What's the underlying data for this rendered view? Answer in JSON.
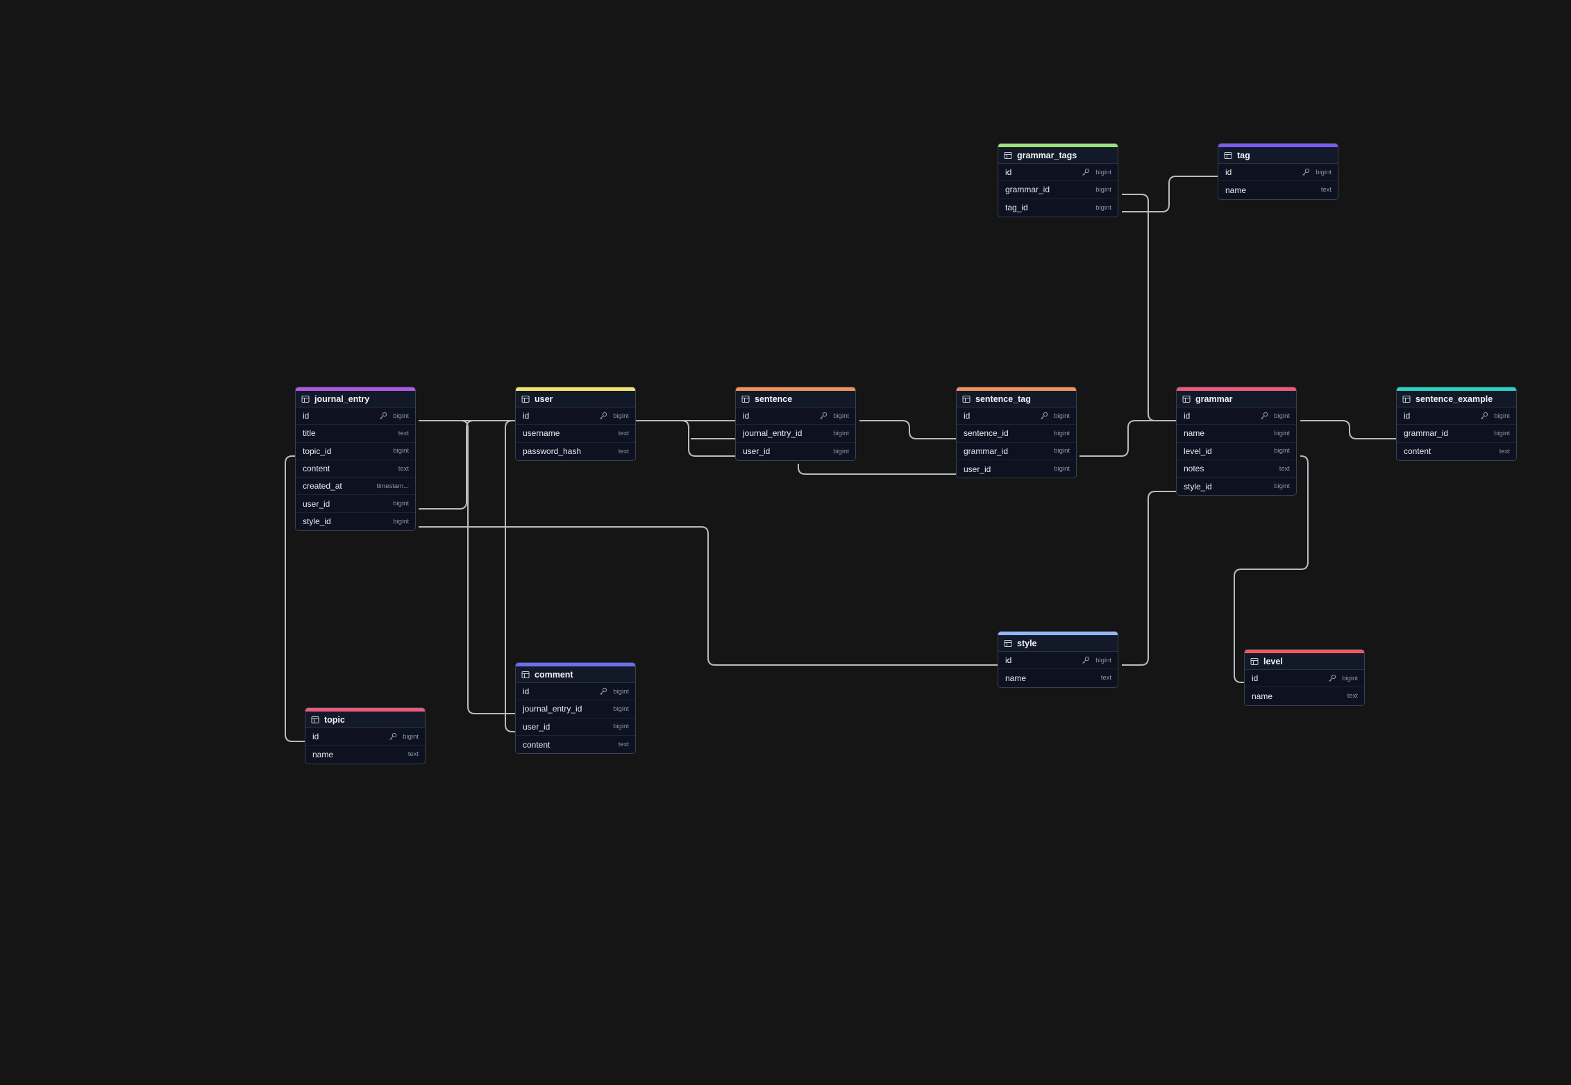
{
  "colors": {
    "background": "#151515",
    "table_body": "#0e1220",
    "connector": "#b9bcc2"
  },
  "tables": {
    "grammar_tags": {
      "name": "grammar_tags",
      "accent": "#9be07a",
      "columns": [
        {
          "name": "id",
          "type": "bigint",
          "pk": true
        },
        {
          "name": "grammar_id",
          "type": "bigint",
          "pk": false
        },
        {
          "name": "tag_id",
          "type": "bigint",
          "pk": false
        }
      ]
    },
    "tag": {
      "name": "tag",
      "accent": "#7a5cf0",
      "columns": [
        {
          "name": "id",
          "type": "bigint",
          "pk": true
        },
        {
          "name": "name",
          "type": "text",
          "pk": false
        }
      ]
    },
    "journal_entry": {
      "name": "journal_entry",
      "accent": "#b259e3",
      "columns": [
        {
          "name": "id",
          "type": "bigint",
          "pk": true
        },
        {
          "name": "title",
          "type": "text",
          "pk": false
        },
        {
          "name": "topic_id",
          "type": "bigint",
          "pk": false
        },
        {
          "name": "content",
          "type": "text",
          "pk": false
        },
        {
          "name": "created_at",
          "type": "timestam...",
          "pk": false
        },
        {
          "name": "user_id",
          "type": "bigint",
          "pk": false
        },
        {
          "name": "style_id",
          "type": "bigint",
          "pk": false
        }
      ]
    },
    "user": {
      "name": "user",
      "accent": "#f3e56b",
      "columns": [
        {
          "name": "id",
          "type": "bigint",
          "pk": true
        },
        {
          "name": "username",
          "type": "text",
          "pk": false
        },
        {
          "name": "password_hash",
          "type": "text",
          "pk": false
        }
      ]
    },
    "sentence": {
      "name": "sentence",
      "accent": "#f0935a",
      "columns": [
        {
          "name": "id",
          "type": "bigint",
          "pk": true
        },
        {
          "name": "journal_entry_id",
          "type": "bigint",
          "pk": false
        },
        {
          "name": "user_id",
          "type": "bigint",
          "pk": false
        }
      ]
    },
    "sentence_tag": {
      "name": "sentence_tag",
      "accent": "#f0935a",
      "columns": [
        {
          "name": "id",
          "type": "bigint",
          "pk": true
        },
        {
          "name": "sentence_id",
          "type": "bigint",
          "pk": false
        },
        {
          "name": "grammar_id",
          "type": "bigint",
          "pk": false
        },
        {
          "name": "user_id",
          "type": "bigint",
          "pk": false
        }
      ]
    },
    "grammar": {
      "name": "grammar",
      "accent": "#ec5a7c",
      "columns": [
        {
          "name": "id",
          "type": "bigint",
          "pk": true
        },
        {
          "name": "name",
          "type": "bigint",
          "pk": false
        },
        {
          "name": "level_id",
          "type": "bigint",
          "pk": false
        },
        {
          "name": "notes",
          "type": "text",
          "pk": false
        },
        {
          "name": "style_id",
          "type": "bigint",
          "pk": false
        }
      ]
    },
    "sentence_example": {
      "name": "sentence_example",
      "accent": "#2dd4bf",
      "columns": [
        {
          "name": "id",
          "type": "bigint",
          "pk": true
        },
        {
          "name": "grammar_id",
          "type": "bigint",
          "pk": false
        },
        {
          "name": "content",
          "type": "text",
          "pk": false
        }
      ]
    },
    "style": {
      "name": "style",
      "accent": "#93b4f5",
      "columns": [
        {
          "name": "id",
          "type": "bigint",
          "pk": true
        },
        {
          "name": "name",
          "type": "text",
          "pk": false
        }
      ]
    },
    "level": {
      "name": "level",
      "accent": "#ef5a5a",
      "columns": [
        {
          "name": "id",
          "type": "bigint",
          "pk": true
        },
        {
          "name": "name",
          "type": "text",
          "pk": false
        }
      ]
    },
    "comment": {
      "name": "comment",
      "accent": "#6d6ef0",
      "columns": [
        {
          "name": "id",
          "type": "bigint",
          "pk": true
        },
        {
          "name": "journal_entry_id",
          "type": "bigint",
          "pk": false
        },
        {
          "name": "user_id",
          "type": "bigint",
          "pk": false
        },
        {
          "name": "content",
          "type": "text",
          "pk": false
        }
      ]
    },
    "topic": {
      "name": "topic",
      "accent": "#ec5a7c",
      "columns": [
        {
          "name": "id",
          "type": "bigint",
          "pk": true
        },
        {
          "name": "name",
          "type": "text",
          "pk": false
        }
      ]
    }
  },
  "relationships": [
    {
      "from": "grammar_tags.grammar_id",
      "to": "grammar.id"
    },
    {
      "from": "grammar_tags.tag_id",
      "to": "tag.id"
    },
    {
      "from": "journal_entry.user_id",
      "to": "user.id"
    },
    {
      "from": "journal_entry.topic_id",
      "to": "topic.id"
    },
    {
      "from": "journal_entry.style_id",
      "to": "style.id"
    },
    {
      "from": "sentence.journal_entry_id",
      "to": "journal_entry.id"
    },
    {
      "from": "sentence.user_id",
      "to": "user.id"
    },
    {
      "from": "sentence_tag.sentence_id",
      "to": "sentence.id"
    },
    {
      "from": "sentence_tag.user_id",
      "to": "user.id"
    },
    {
      "from": "sentence_tag.grammar_id",
      "to": "grammar.id"
    },
    {
      "from": "sentence_example.grammar_id",
      "to": "grammar.id"
    },
    {
      "from": "grammar.level_id",
      "to": "level.id"
    },
    {
      "from": "grammar.style_id",
      "to": "style.id"
    },
    {
      "from": "comment.journal_entry_id",
      "to": "journal_entry.id"
    },
    {
      "from": "comment.user_id",
      "to": "user.id"
    }
  ]
}
